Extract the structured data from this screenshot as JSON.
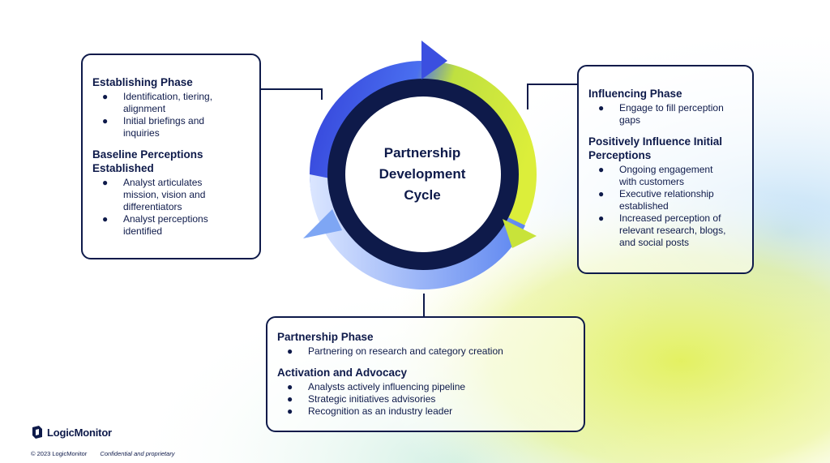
{
  "diagram": {
    "center_title": [
      "Partnership",
      "Development",
      "Cycle"
    ]
  },
  "cards": {
    "establishing": {
      "sections": [
        {
          "title": "Establishing Phase",
          "bullets": [
            "Identification, tiering,\nalignment",
            "Initial briefings and\ninquiries"
          ]
        },
        {
          "title": "Baseline Perceptions\nEstablished",
          "bullets": [
            "Analyst articulates\nmission, vision and\ndifferentiators",
            "Analyst perceptions\nidentified"
          ]
        }
      ]
    },
    "influencing": {
      "sections": [
        {
          "title": "Influencing Phase",
          "bullets": [
            "Engage to fill perception\ngaps"
          ]
        },
        {
          "title": "Positively Influence Initial\nPerceptions",
          "bullets": [
            "Ongoing engagement\nwith customers",
            "Executive relationship\nestablished",
            "Increased perception of\nrelevant research, blogs,\nand social posts"
          ]
        }
      ]
    },
    "partnership": {
      "sections": [
        {
          "title": "Partnership Phase",
          "bullets": [
            "Partnering on research and category creation"
          ]
        },
        {
          "title": "Activation and Advocacy",
          "bullets": [
            "Analysts actively influencing pipeline",
            "Strategic initiatives advisories",
            "Recognition as an industry leader"
          ]
        }
      ]
    }
  },
  "bullet_glyph": "●",
  "logo": {
    "text": "LogicMonitor"
  },
  "footer": {
    "copyright": "© 2023 LogicMonitor",
    "confidential": "Confidential and proprietary"
  },
  "colors": {
    "navy": "#0e1a4a",
    "blue": "#3b4fe0",
    "lime": "#d6ea3a",
    "light_blue": "#8fb2f2"
  }
}
